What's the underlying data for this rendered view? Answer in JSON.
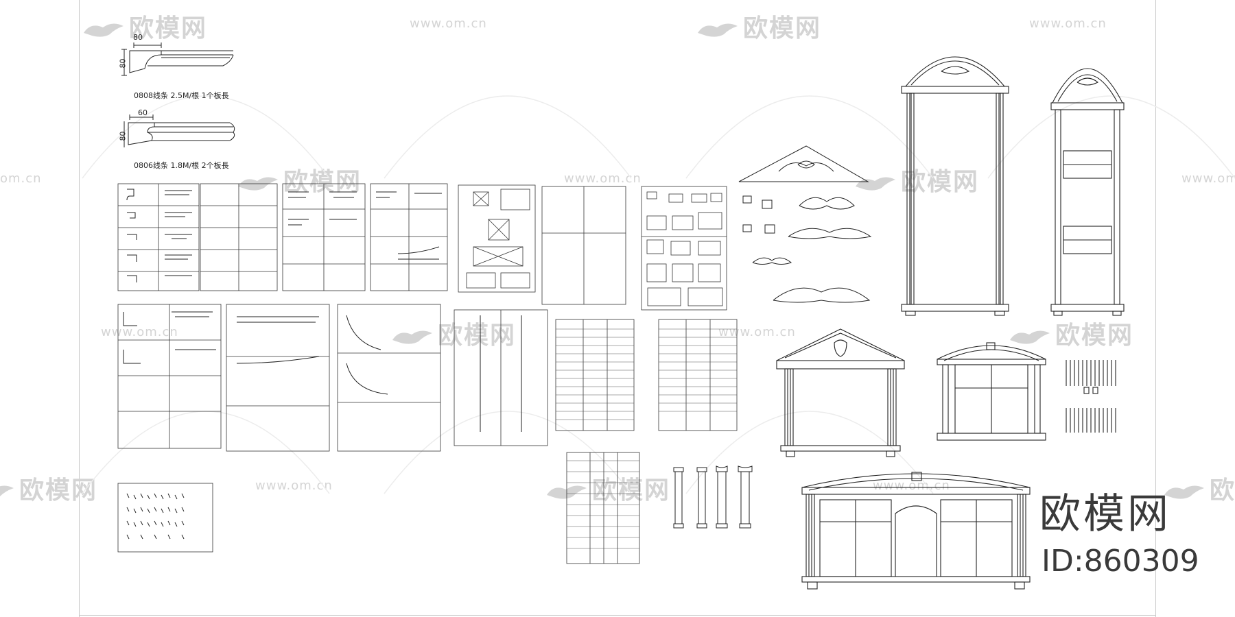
{
  "watermark": {
    "logo_text": "欧模网",
    "url_text": "www.om.cn",
    "url_fragment": "om.cn"
  },
  "moldings": [
    {
      "dimension_width": "80",
      "dimension_height": "80",
      "caption": "0808线条 2.5M/根 1个板長"
    },
    {
      "dimension_width": "60",
      "dimension_height": "80",
      "caption": "0806线条 1.8M/根 2个板長"
    }
  ],
  "brand": {
    "name": "欧模网",
    "id": "ID:860309"
  },
  "colors": {
    "line": "#222222",
    "watermark": "#d4d4d4",
    "frame": "#c8c8c8"
  }
}
